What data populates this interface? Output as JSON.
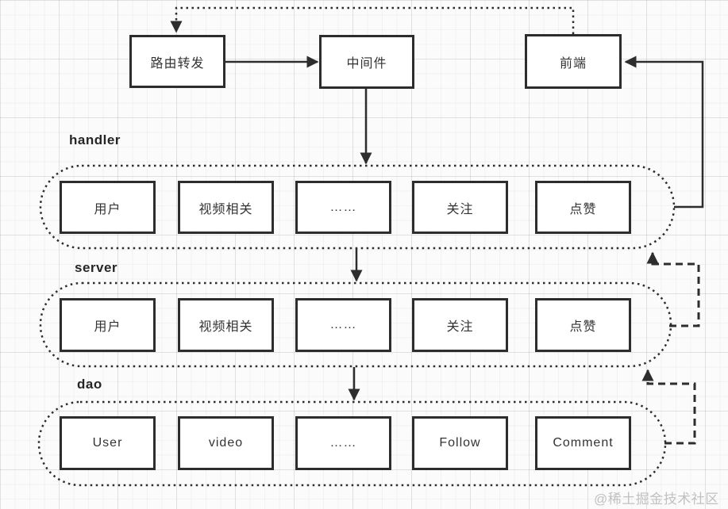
{
  "diagram": {
    "top_nodes": {
      "route": "路由转发",
      "middleware": "中间件",
      "frontend": "前端"
    },
    "layers": [
      {
        "label": "handler",
        "boxes": [
          "用户",
          "视频相关",
          "……",
          "关注",
          "点赞"
        ]
      },
      {
        "label": "server",
        "boxes": [
          "用户",
          "视频相关",
          "……",
          "关注",
          "点赞"
        ]
      },
      {
        "label": "dao",
        "boxes": [
          "User",
          "video",
          "……",
          "Follow",
          "Comment"
        ]
      }
    ],
    "watermark": "@稀土掘金技术社区",
    "colors": {
      "line": "#2d2d2d",
      "box_border": "#2d2d2d",
      "watermark": "#c1c1c1",
      "grid_minor": "#efefef",
      "grid_major": "#e3e3e3"
    }
  }
}
